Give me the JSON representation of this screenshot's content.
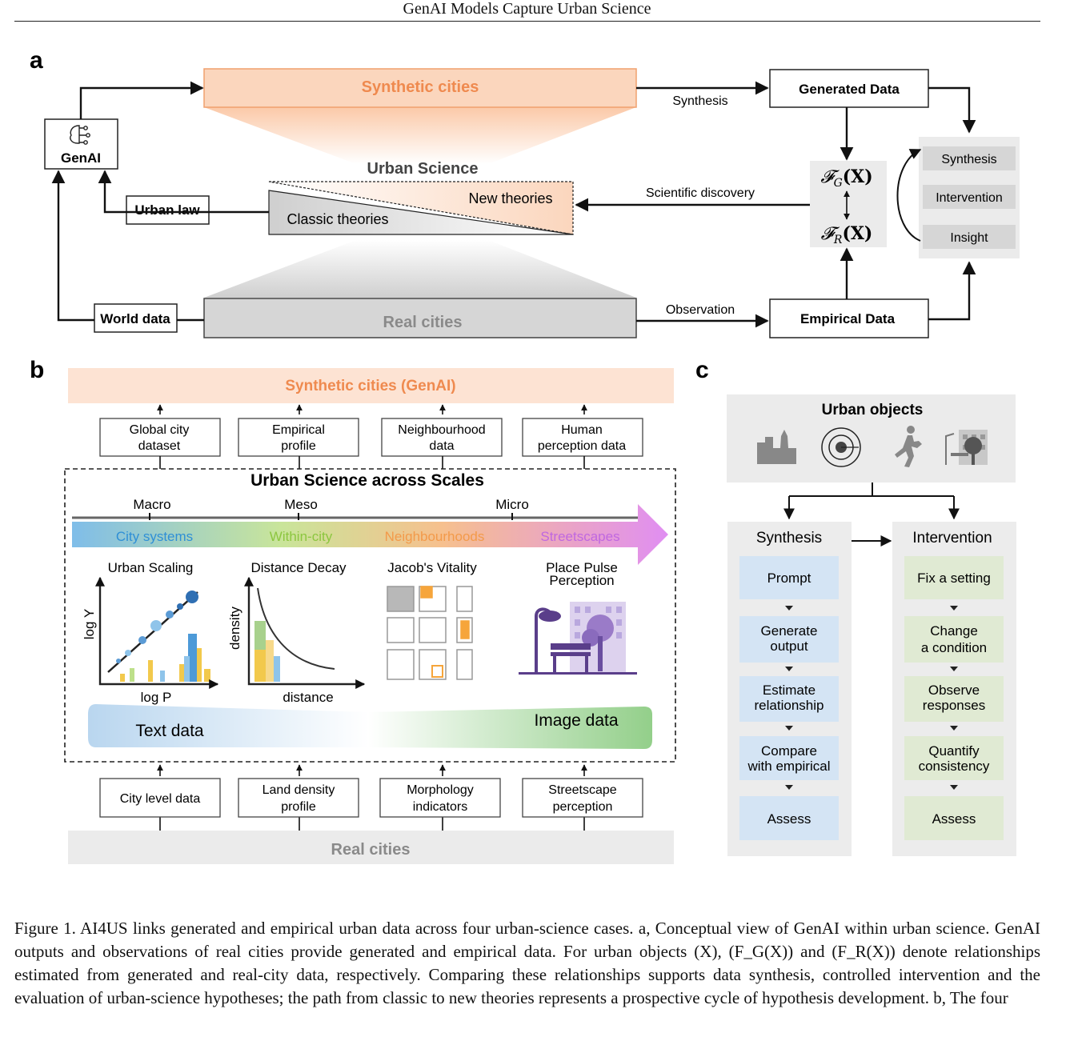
{
  "header": {
    "title": "GenAI Models Capture Urban Science"
  },
  "panel_a": {
    "label": "a",
    "synthetic_cities": "Synthetic cities",
    "genai": "GenAI",
    "urban_science": "Urban Science",
    "new_theories": "New theories",
    "classic_theories": "Classic theories",
    "urban_law": "Urban law",
    "world_data": "World data",
    "real_cities": "Real cities",
    "synthesis_arrow": "Synthesis",
    "scientific_discovery": "Scientific discovery",
    "observation": "Observation",
    "generated_data": "Generated Data",
    "empirical_data": "Empirical Data",
    "fg": "𝓕",
    "fg_sub": "G",
    "fr_sub": "R",
    "fx": "(X)",
    "cycle": [
      "Synthesis",
      "Intervention",
      "Insight"
    ]
  },
  "panel_b": {
    "label": "b",
    "synthetic_title": "Synthetic cities (GenAI)",
    "top_boxes": [
      [
        "Global city",
        "dataset"
      ],
      [
        "Empirical",
        "profile"
      ],
      [
        "Neighbourhood",
        "data"
      ],
      [
        "Human",
        "perception data"
      ]
    ],
    "scales_title": "Urban Science across Scales",
    "scale_ticks": [
      "Macro",
      "Meso",
      "Micro"
    ],
    "scales": [
      "City systems",
      "Within-city",
      "Neighbourhoods",
      "Streetscapes"
    ],
    "scale_colors": [
      "#2f8fd6",
      "#8cc63f",
      "#f39a4a",
      "#c068e0"
    ],
    "cases": [
      "Urban Scaling",
      "Distance Decay",
      "Jacob's Vitality",
      "Place Pulse",
      "Perception"
    ],
    "axes": {
      "scaling_y": "log Y",
      "scaling_x": "log P",
      "decay_y": "density",
      "decay_x": "distance"
    },
    "text_data": "Text data",
    "image_data": "Image data",
    "bottom_boxes": [
      [
        "City level data"
      ],
      [
        "Land density",
        "profile"
      ],
      [
        "Morphology",
        "indicators"
      ],
      [
        "Streetscape",
        "perception"
      ]
    ],
    "real_cities": "Real cities"
  },
  "panel_c": {
    "label": "c",
    "urban_objects": "Urban objects",
    "synthesis_title": "Synthesis",
    "intervention_title": "Intervention",
    "synthesis_steps": [
      [
        "Prompt"
      ],
      [
        "Generate",
        "output"
      ],
      [
        "Estimate",
        "relationship"
      ],
      [
        "Compare",
        "with empirical"
      ],
      [
        "Assess"
      ]
    ],
    "intervention_steps": [
      [
        "Fix a setting"
      ],
      [
        "Change",
        "a condition"
      ],
      [
        "Observe",
        "responses"
      ],
      [
        "Quantify",
        "consistency"
      ],
      [
        "Assess"
      ]
    ]
  },
  "caption": "Figure 1. AI4US links generated and empirical urban data across four urban-science cases. a, Conceptual view of GenAI within urban science. GenAI outputs and observations of real cities provide generated and empirical data. For urban objects (X), (F_G(X)) and (F_R(X)) denote relationships estimated from generated and real-city data, respectively. Comparing these relationships supports data synthesis, controlled intervention and the evaluation of urban-science hypotheses; the path from classic to new theories represents a prospective cycle of hypothesis development. b, The four"
}
